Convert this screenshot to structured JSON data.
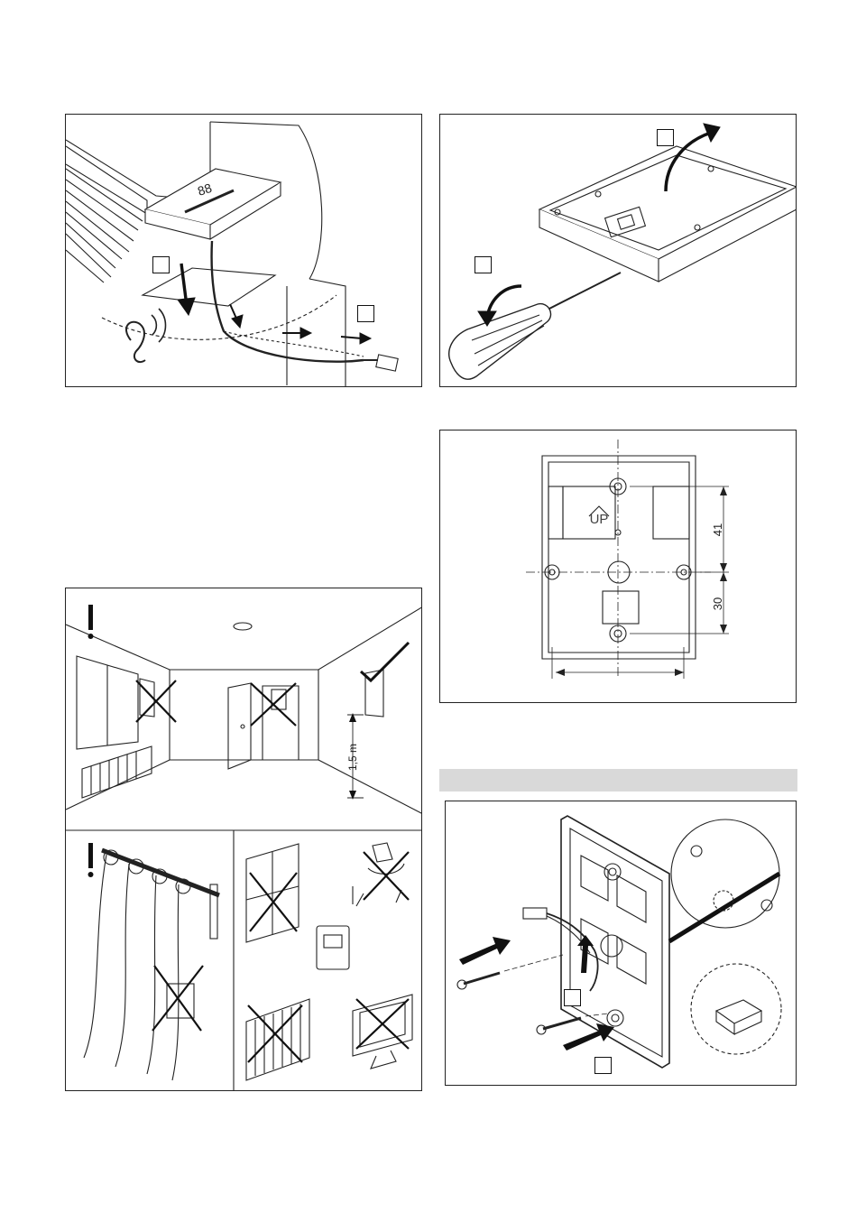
{
  "figure_top_left": {
    "steps": [
      "",
      ""
    ]
  },
  "figure_top_right": {
    "steps": [
      "",
      ""
    ]
  },
  "figure_template": {
    "up_label": "UP",
    "dim_vertical_upper": "41",
    "dim_vertical_lower": "30"
  },
  "figure_placement": {
    "height_label": "1,5 m"
  },
  "section_bar": {
    "label": ""
  },
  "figure_mounting": {
    "steps": [
      "",
      ""
    ]
  }
}
